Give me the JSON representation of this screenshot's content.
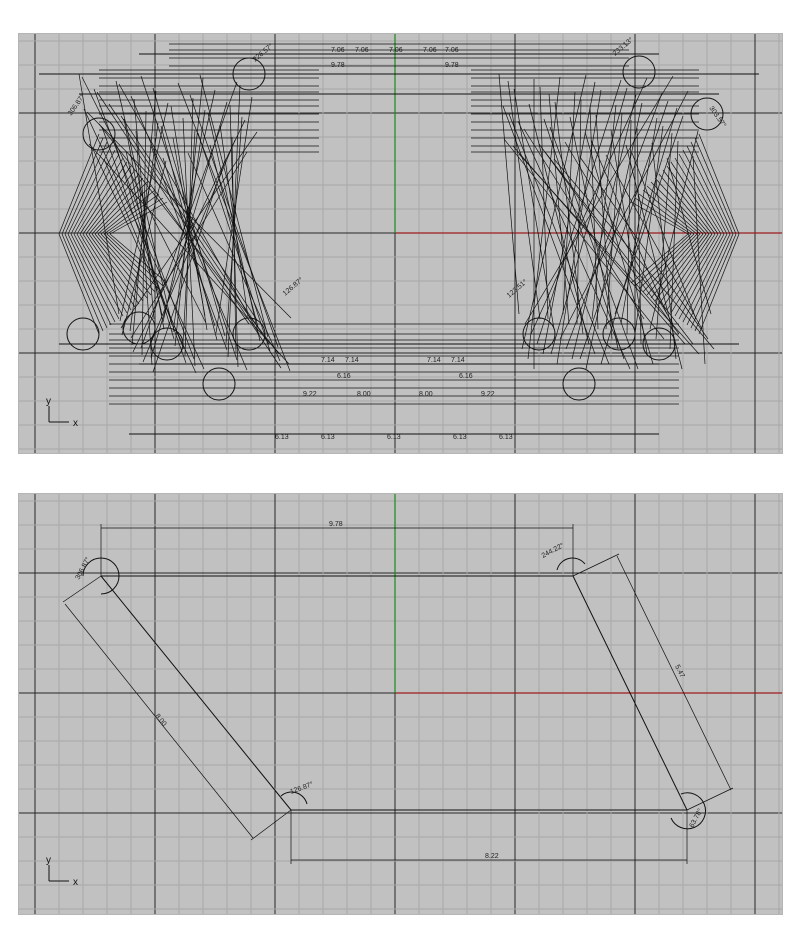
{
  "viewports": [
    {
      "id": "top",
      "axes_indicator": {
        "x": "x",
        "y": "y"
      },
      "top_dimensions": [
        "7.06",
        "7.06",
        "7.06",
        "7.06",
        "7.06"
      ],
      "second_row": [
        "9.78",
        "9.78"
      ],
      "mid_labels": [
        "7.14",
        "7.14",
        "7.14",
        "7.14"
      ],
      "bottom_dimensions": [
        "6.13",
        "6.13",
        "6.13",
        "6.13",
        "6.13"
      ],
      "small_labels": [
        "9.22",
        "9.22",
        "8.00",
        "8.00",
        "6.16",
        "6.16"
      ],
      "angles": [
        "306.87°",
        "303.57°",
        "233.13°",
        "226.57°",
        "126.87°",
        "123.51°"
      ]
    },
    {
      "id": "bottom",
      "axes_indicator": {
        "x": "x",
        "y": "y"
      },
      "top_dimension": "9.78",
      "left_diagonal": "8.00",
      "right_diagonal": "5.47",
      "bottom_dimension": "8.22",
      "angle_top_left": "306.87°",
      "angle_top_right": "244.22°",
      "angle_bottom_left": "126.87°",
      "angle_bottom_right": "63.78°"
    }
  ],
  "colors": {
    "background": "#c1c1c1",
    "minor_grid": "#a8a8a8",
    "major_grid": "#262626",
    "x_axis": "#9c1c1c",
    "y_axis": "#1c8a1c"
  }
}
